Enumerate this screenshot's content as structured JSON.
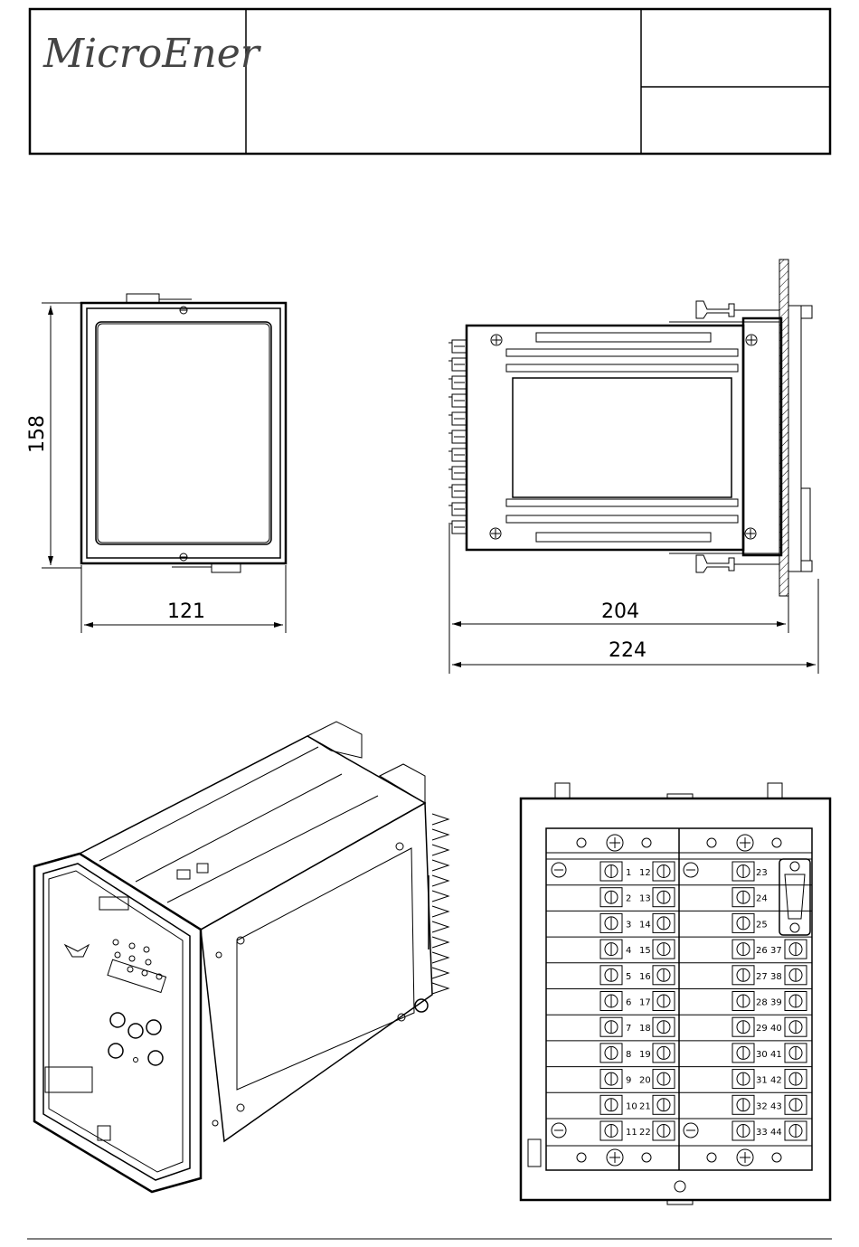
{
  "title_block": {
    "logo": "MicroEner"
  },
  "dimensions": {
    "front_height": "158",
    "front_width": "121",
    "side_depth": "204",
    "side_total_depth": "224"
  },
  "terminals": {
    "left_block": {
      "col_a": [
        "1",
        "2",
        "3",
        "4",
        "5",
        "6",
        "7",
        "8",
        "9",
        "10",
        "11"
      ],
      "col_b": [
        "12",
        "13",
        "14",
        "15",
        "16",
        "17",
        "18",
        "19",
        "20",
        "21",
        "22"
      ]
    },
    "right_block": {
      "col_a": [
        "23",
        "24",
        "25",
        "26",
        "27",
        "28",
        "29",
        "30",
        "31",
        "32",
        "33"
      ],
      "col_b": [
        "37",
        "38",
        "39",
        "40",
        "41",
        "42",
        "43",
        "44"
      ]
    }
  }
}
